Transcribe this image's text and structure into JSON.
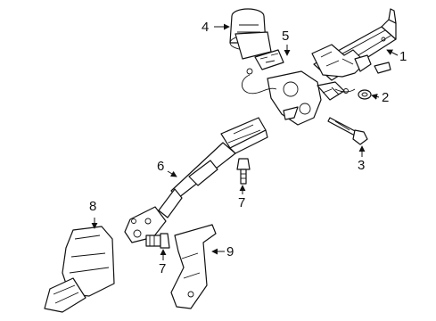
{
  "diagram": {
    "callouts": [
      {
        "id": "1",
        "text": "1"
      },
      {
        "id": "2",
        "text": "2"
      },
      {
        "id": "3",
        "text": "3"
      },
      {
        "id": "4",
        "text": "4"
      },
      {
        "id": "5",
        "text": "5"
      },
      {
        "id": "6",
        "text": "6"
      },
      {
        "id": "7a",
        "text": "7"
      },
      {
        "id": "7b",
        "text": "7"
      },
      {
        "id": "8",
        "text": "8"
      },
      {
        "id": "9",
        "text": "9"
      }
    ]
  }
}
